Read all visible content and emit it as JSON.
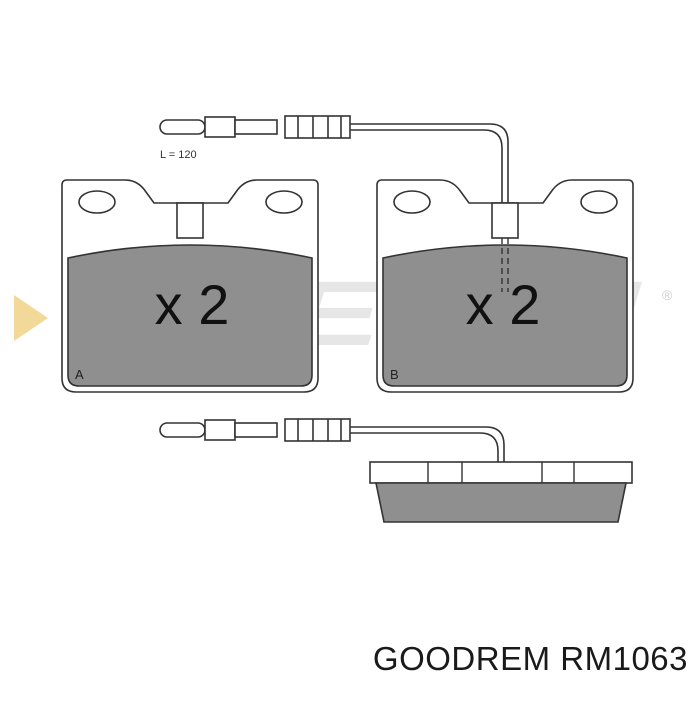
{
  "diagram": {
    "wire_length_label": "L = 120",
    "quantity_label_left": "x 2",
    "quantity_label_right": "x 2",
    "pad_a_label": "A",
    "pad_b_label": "B",
    "watermark_text": "BREMSI",
    "watermark_mark": "®"
  },
  "caption": {
    "brand": "GOODREM",
    "part_number": "RM1063"
  },
  "colors": {
    "pad_fill": "#8f8f8f",
    "outline": "#333333",
    "watermark": "#e3e3e3",
    "watermark_arrow": "#f2d99a",
    "background": "#ffffff"
  }
}
